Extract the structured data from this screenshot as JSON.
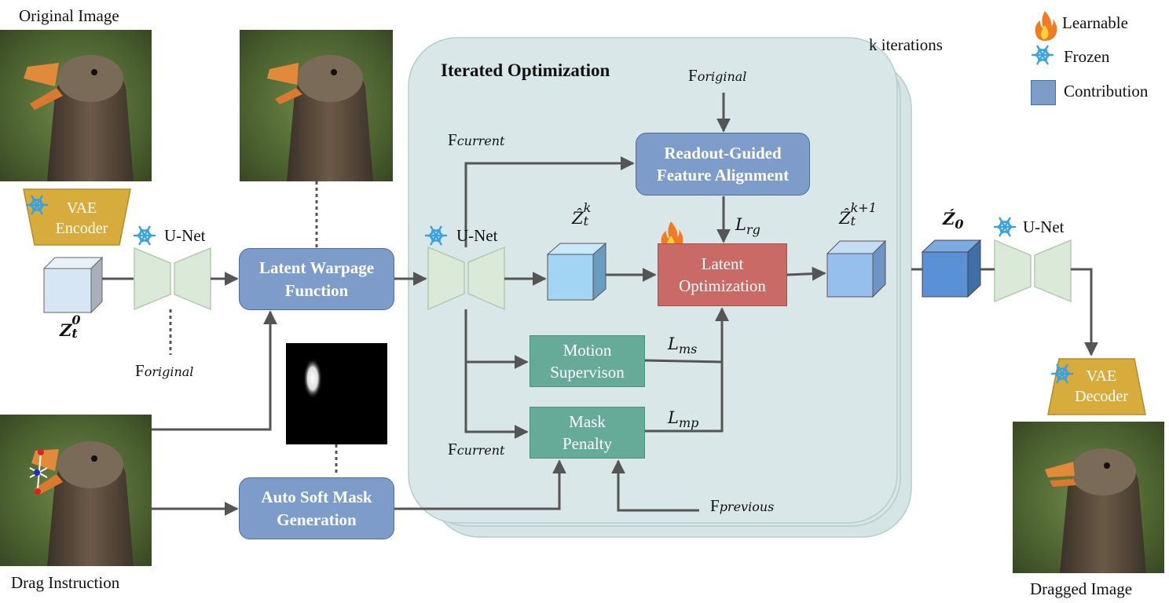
{
  "labels": {
    "original_image": "Original Image",
    "drag_instruction": "Drag Instruction",
    "dragged_image": "Dragged Image",
    "k_iterations": "k iterations",
    "iterated_optimization": "Iterated Optimization"
  },
  "legend": {
    "learnable": "Learnable",
    "frozen": "Frozen",
    "contribution": "Contribution"
  },
  "blocks": {
    "vae_encoder": "VAE Encoder",
    "vae_decoder": "VAE Decoder",
    "unet_1": "U-Net",
    "unet_2": "U-Net",
    "unet_3": "U-Net",
    "latent_warpage": "Latent Warpage Function",
    "auto_soft_mask": "Auto Soft Mask Generation",
    "readout_guided": "Readout-Guided Feature Alignment",
    "latent_optimization": "Latent Optimization",
    "motion_supervision": "Motion Supervison",
    "mask_penalty": "Mask Penalty"
  },
  "features": {
    "f_base": "F",
    "original_sub": "original",
    "current_sub": "current",
    "previous_sub": "previous"
  },
  "math": {
    "z_t0": "Z",
    "z_t0_sub": "t",
    "z_t0_sup": "0",
    "zhat_k": "Ẑ",
    "zhat_k_sub": "t",
    "zhat_k_sup": "k",
    "zhat_k1": "Ẑ",
    "zhat_k1_sub": "t",
    "zhat_k1_sup": "k+1",
    "z0_out": "Ź",
    "z0_out_sub": "0",
    "l_rg": "L",
    "l_rg_sub": "rg",
    "l_ms": "L",
    "l_ms_sub": "ms",
    "l_mp": "L",
    "l_mp_sub": "mp"
  },
  "colors": {
    "contribution": "#7d9cc9",
    "panel": "#d9e7e8",
    "learnable": "#c96a66",
    "frozen": "#4aa8e0",
    "encoder": "#d8ac3c",
    "unet": "#dbe9d8",
    "green_block": "#66aa98"
  }
}
